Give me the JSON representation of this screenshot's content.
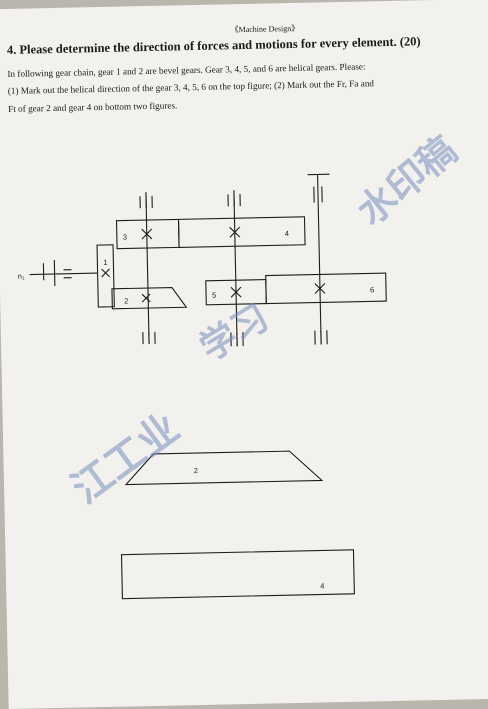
{
  "header": "《Machine Design》",
  "question": {
    "title": "4. Please determine the direction of forces and motions for every element. (20)",
    "lines": [
      "In following gear chain, gear 1 and 2 are bevel gears. Gear 3, 4, 5, and 6 are helical gears. Please:",
      "(1) Mark out the helical direction of the gear 3, 4, 5, 6 on the top figure; (2) Mark out the Fr, Fa and",
      "Ft of gear 2 and gear 4 on bottom two figures."
    ]
  },
  "diagram": {
    "input_label": "n₁",
    "gear_labels": {
      "g1": "1",
      "g2": "2",
      "g3": "3",
      "g4": "4",
      "g5": "5",
      "g6": "6"
    },
    "bottom_labels": {
      "g2": "2",
      "g4": "4"
    }
  },
  "watermark": {
    "top_right": "水印稿",
    "mid": "学习",
    "bottom_left": "江工业"
  }
}
